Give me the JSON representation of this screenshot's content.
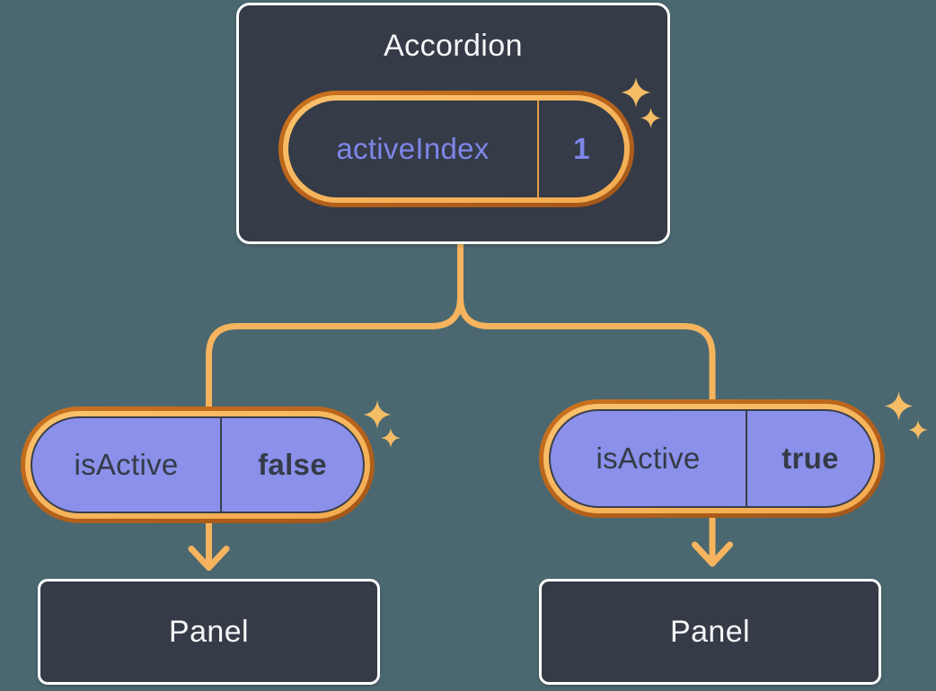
{
  "palette": {
    "background": "#4b6870",
    "node_fill": "#353b47",
    "node_border": "#ffffff",
    "text_light": "#f6f7f9",
    "text_purple": "#7e86e8",
    "text_dark": "#353b46",
    "pill_purple_fill": "#8b90ea",
    "ring_dark_orange": "#b4611b",
    "ring_light_orange": "#f6b45e",
    "wire_orange": "#f6b45e",
    "sparkle_orange": "#f4bd66"
  },
  "diagram": {
    "root": {
      "title": "Accordion",
      "state": {
        "name": "activeIndex",
        "value": "1"
      }
    },
    "children": [
      {
        "state": {
          "name": "isActive",
          "value": "false"
        },
        "panel_label": "Panel"
      },
      {
        "state": {
          "name": "isActive",
          "value": "true"
        },
        "panel_label": "Panel"
      }
    ]
  }
}
